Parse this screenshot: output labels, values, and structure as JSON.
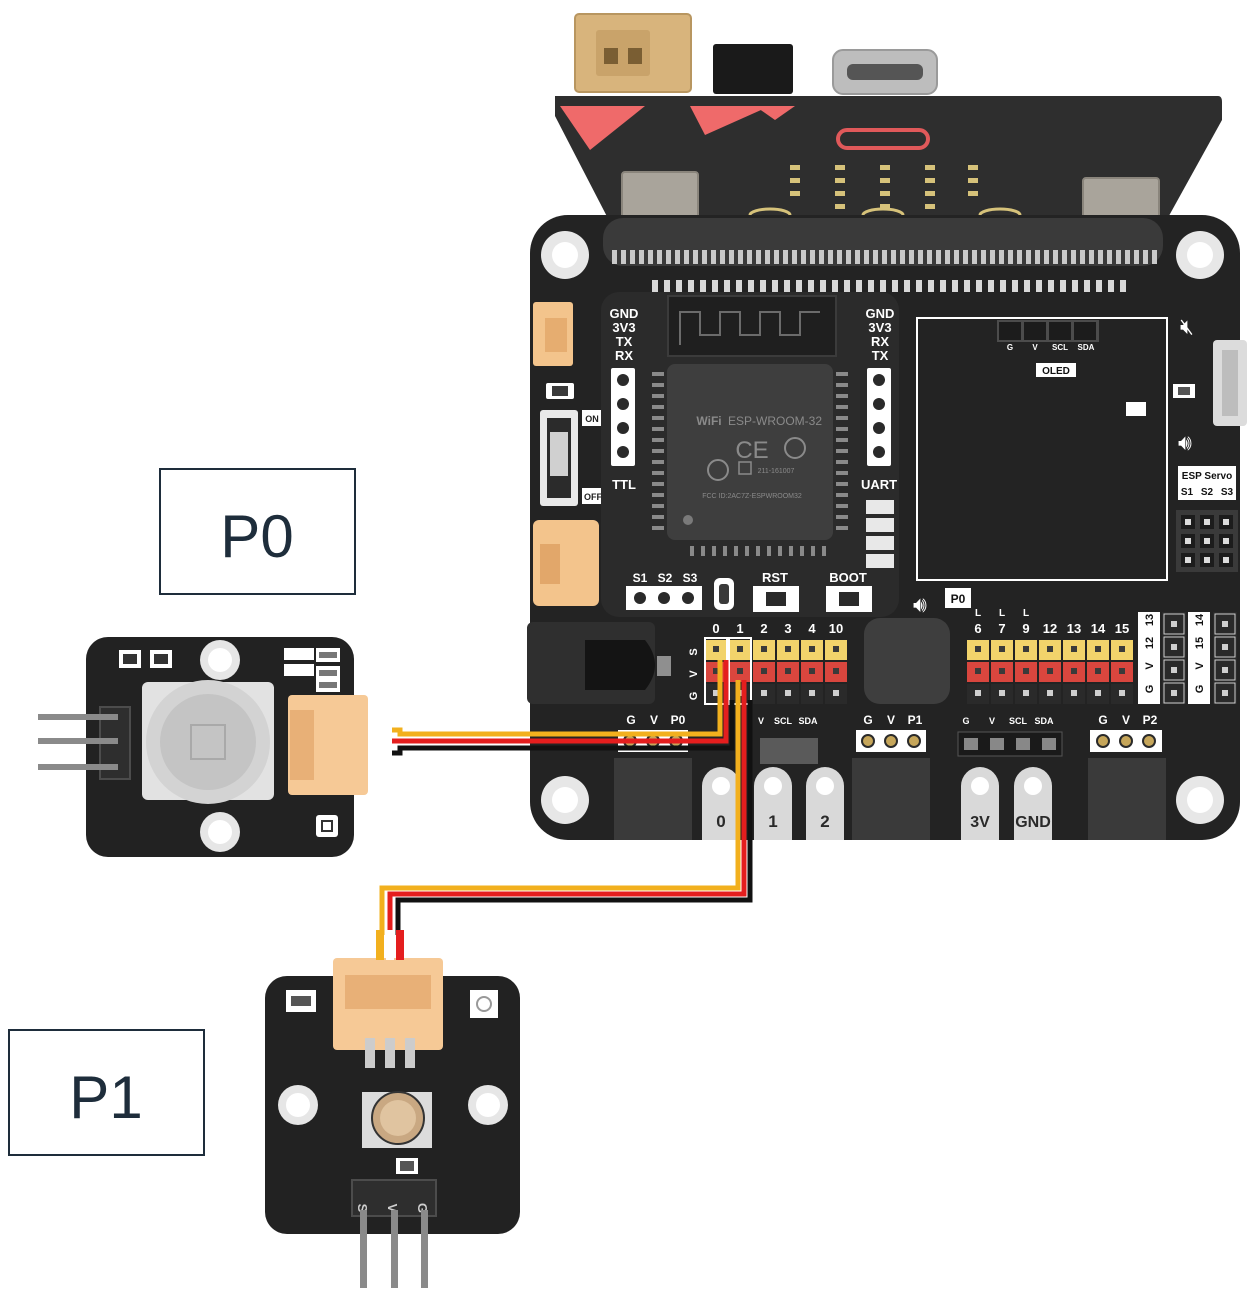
{
  "callouts": {
    "p0": "P0",
    "p1": "P1"
  },
  "esp_module": {
    "chip_name": "ESP-WROOM-32",
    "wifi": "WiFi",
    "marks": "CE",
    "r_code": "211-161007",
    "fcc": "FCC ID:2AC7Z-ESPWROOM32",
    "left_pins": [
      "GND",
      "3V3",
      "TX",
      "RX"
    ],
    "right_pins": [
      "GND",
      "3V3",
      "RX",
      "TX"
    ],
    "ttl": "TTL",
    "uart": "UART",
    "servo_pins": [
      "S1",
      "S2",
      "S3"
    ],
    "rst": "RST",
    "boot": "BOOT"
  },
  "board": {
    "switch_on": "ON",
    "switch_off": "OFF",
    "oled_label": "OLED",
    "oled_pins": [
      "G",
      "V",
      "SCL",
      "SDA"
    ],
    "esp_servo": "ESP Servo",
    "esp_servo_pins": [
      "S1",
      "S2",
      "S3"
    ],
    "speaker_pin": "P0",
    "pin_numbers_left": [
      "0",
      "1",
      "2",
      "3",
      "4",
      "10"
    ],
    "pin_numbers_right": [
      "6",
      "7",
      "9",
      "12",
      "13",
      "14",
      "15"
    ],
    "l_marks": [
      "L",
      "L",
      "L"
    ],
    "row_labels": [
      "S",
      "V",
      "G"
    ],
    "side_labels_a": [
      "13",
      "12",
      "V",
      "G"
    ],
    "side_labels_b": [
      "14",
      "15",
      "V",
      "G"
    ],
    "port_p0": [
      "G",
      "V",
      "P0"
    ],
    "port_i2c_a": [
      "V",
      "SCL",
      "SDA"
    ],
    "port_p1": [
      "G",
      "V",
      "P1"
    ],
    "port_i2c_b": [
      "G",
      "V",
      "SCL",
      "SDA"
    ],
    "port_p2": [
      "G",
      "V",
      "P2"
    ],
    "pads": [
      "0",
      "1",
      "2",
      "3V",
      "GND"
    ]
  },
  "sensor_p1": {
    "pin_letters": [
      "S",
      "V",
      "G"
    ]
  },
  "colors": {
    "board": "#1f1f1f",
    "pcb_dark": "#2b2b2b",
    "header_yellow": "#f2d36b",
    "header_red": "#d9463e",
    "wire_yellow": "#f2b01e",
    "wire_red": "#e41e1e",
    "wire_black": "#111111",
    "connector": "#f6c58f",
    "accent_red": "#f26b6b"
  }
}
